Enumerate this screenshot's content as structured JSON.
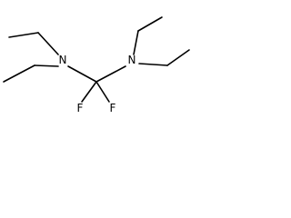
{
  "molecule": {
    "atoms": {
      "n_left": "N",
      "n_right": "N",
      "f_left": "F",
      "f_right": "F"
    }
  }
}
